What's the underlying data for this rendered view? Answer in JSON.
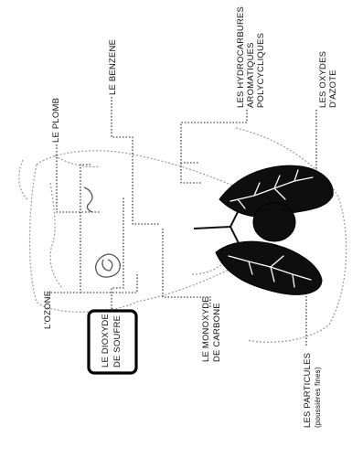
{
  "labels": {
    "ozone": "L'OZONE",
    "dioxyde_line1": "LE DIOXYDE",
    "dioxyde_line2": "DE SOUFRE",
    "monoxyde_line1": "LE MONOXYDE",
    "monoxyde_line2": "DE CARBONE",
    "particules_line1": "LES PARTICULES",
    "particules_line2": "(poussières fines)",
    "plomb": "LE PLOMB",
    "benzene": "LE BENZENE",
    "hydro_line1": "LES HYDROCARBURES",
    "hydro_line2": "AROMATIQUES",
    "hydro_line3": "POLYCYCLIQUES",
    "oxydes_line1": "LES OXYDES",
    "oxydes_line2": "D'AZOTE"
  },
  "colors": {
    "ink": "#111111",
    "organs": "#0e0e0e",
    "sketch": "#9a9a9a",
    "highlight_box": "#000000"
  }
}
